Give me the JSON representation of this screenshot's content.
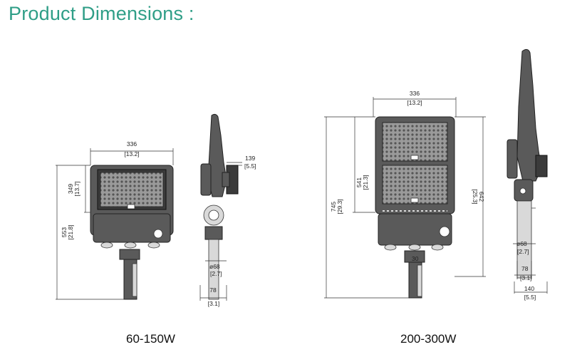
{
  "header": {
    "title": "Product Dimensions :"
  },
  "captions": {
    "small": "60-150W",
    "large": "200-300W"
  },
  "small": {
    "width_mm": "336",
    "width_in": "[13.2]",
    "body_h_mm": "349",
    "body_h_in": "[13.7]",
    "total_h_mm": "553",
    "total_h_in": "[21.8]",
    "side_depth_mm": "139",
    "side_depth_in": "[5.5]",
    "pole_d_mm": "ø68",
    "pole_d_in": "[2.7]",
    "slip_mm": "78",
    "slip_in": "[3.1]"
  },
  "large": {
    "width_mm": "336",
    "width_in": "[13.2]",
    "body_h_mm": "541",
    "body_h_in": "[21.3]",
    "total_h_mm": "745",
    "total_h_in": "[29.3]",
    "right_h_mm": "642",
    "right_h_in": "[25.3]",
    "small_mm": "30",
    "pole_d_mm": "ø68",
    "pole_d_in": "[2.7]",
    "slip_mm": "78",
    "slip_in": "[3.1]",
    "side_depth_mm": "140",
    "side_depth_in": "[5.5]"
  },
  "colors": {
    "title": "#2f9e87"
  }
}
